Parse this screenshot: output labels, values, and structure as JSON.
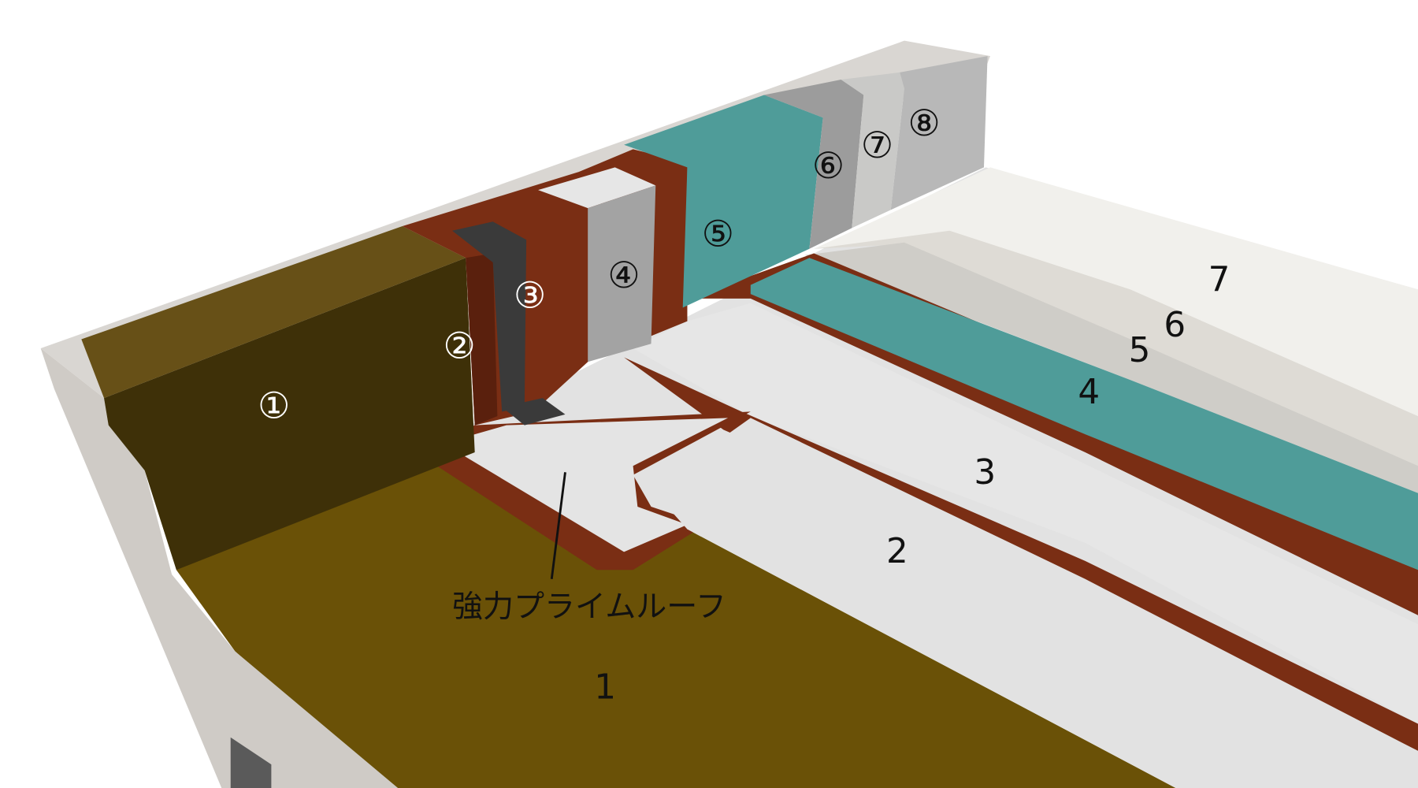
{
  "diagram": {
    "callout_label": "強力プライムルーフ",
    "wall_layers": [
      "①",
      "②",
      "③",
      "④",
      "⑤",
      "⑥",
      "⑦",
      "⑧"
    ],
    "floor_layers": [
      "1",
      "2",
      "3",
      "4",
      "5",
      "6",
      "7"
    ],
    "colors": {
      "concrete": "#d9d6d2",
      "olive": "#6a5107",
      "olive_dark": "#3e3008",
      "brown": "#7a2e14",
      "brown_dark": "#5a200d",
      "dark_sheet": "#3a3a3a",
      "gray_sheet": "#a3a3a3",
      "teal": "#4f9c99",
      "light": "#e4e4e4"
    }
  }
}
